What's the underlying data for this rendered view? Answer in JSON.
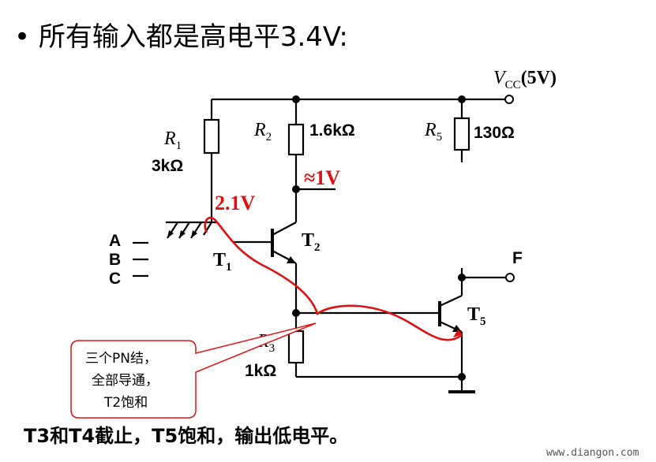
{
  "title": "• 所有输入都是高电平3.4V:",
  "labels": {
    "vcc": "VCC(5V)",
    "vcc_v": "V",
    "vcc_sub": "CC",
    "vcc_tail": "(5V)",
    "r1": "R",
    "r1_sub": "1",
    "r1_value": "3kΩ",
    "r2": "R",
    "r2_sub": "2",
    "r2_value": "1.6kΩ",
    "r3": "R",
    "r3_sub": "3",
    "r3_value": "1kΩ",
    "r5": "R",
    "r5_sub": "5",
    "r5_value": "130Ω",
    "t1": "T",
    "t1_sub": "1",
    "t2": "T",
    "t2_sub": "2",
    "t5": "T",
    "t5_sub": "5",
    "input_a": "A",
    "input_b": "B",
    "input_c": "C",
    "output_f": "F",
    "voltage_base": "2.1V",
    "voltage_collector": "≈1V"
  },
  "callout": {
    "line1": "三个PN结，",
    "line2": "全部导通，",
    "line3": "T2饱和"
  },
  "footer": "T3和T4截止，T5饱和，输出低电平。",
  "watermark": "www.diangon.com",
  "colors": {
    "accent": "#e01010",
    "line": "#000000"
  }
}
